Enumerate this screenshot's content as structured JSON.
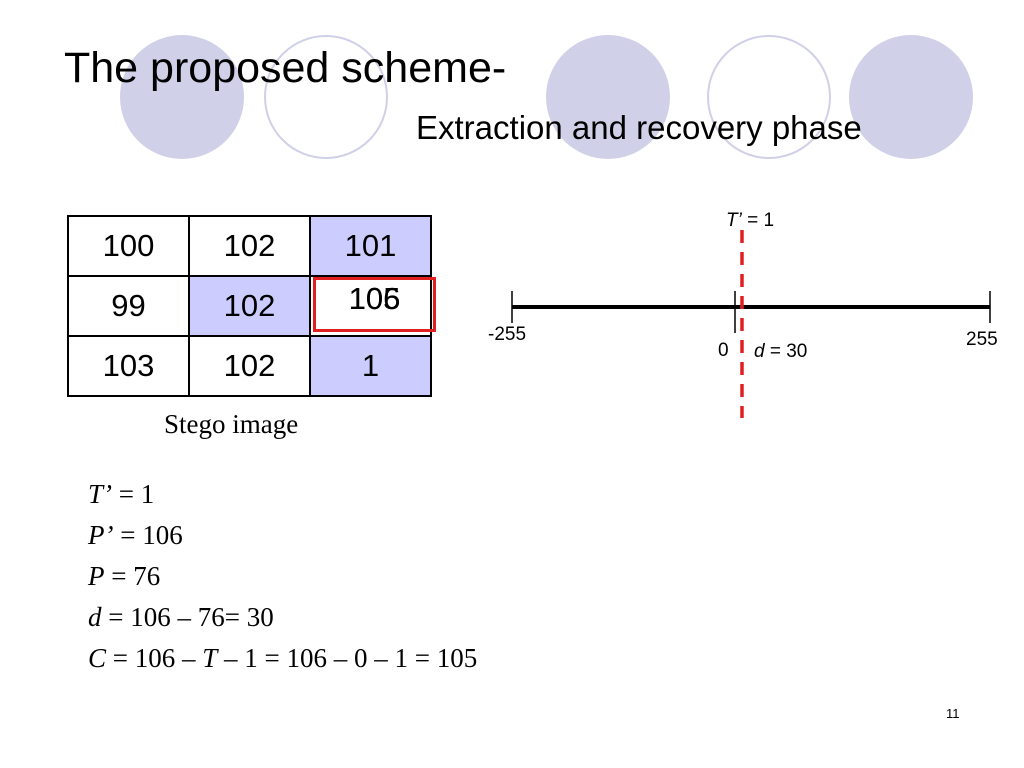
{
  "slide": {
    "title": "The proposed scheme-",
    "subtitle": "Extraction and recovery phase",
    "page_number": "11"
  },
  "colors": {
    "circle_fill": "#d0d0e8",
    "cell_highlight": "#ccccff",
    "red_accent": "#e02020"
  },
  "pixel_table": {
    "rows": [
      [
        "100",
        "102",
        "101"
      ],
      [
        "99",
        "102",
        "106"
      ],
      [
        "103",
        "102",
        "1"
      ]
    ],
    "overlapped_value": "105",
    "caption": "Stego image"
  },
  "number_line": {
    "min_label": "-255",
    "zero_label": "0",
    "max_label": "255",
    "threshold_var": "T’",
    "threshold_eq": " = 1",
    "d_var": "d",
    "d_eq": " = 30"
  },
  "equations": {
    "l1": {
      "var": "T’",
      "rest": " = 1"
    },
    "l2": {
      "var": "P’",
      "rest": " = 106"
    },
    "l3": {
      "var": "P",
      "rest": " = 76"
    },
    "l4": {
      "var": "d",
      "rest": " = 106 – 76= 30"
    },
    "l5": {
      "var": "C",
      "mid": " = 106 – ",
      "var2": "T",
      "rest": " – 1 = 106 – 0 – 1 = 105"
    }
  }
}
